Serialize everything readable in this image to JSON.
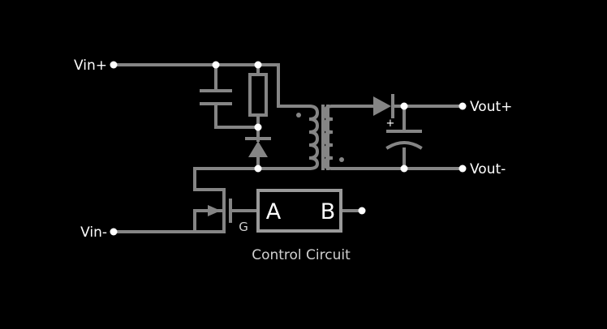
{
  "labels": {
    "vin_plus": "Vin+",
    "vin_minus": "Vin-",
    "vout_plus": "Vout+",
    "vout_minus": "Vout-",
    "gate": "G",
    "block_a": "A",
    "block_b": "B",
    "control_circuit": "Control Circuit",
    "cap_polarity": "+"
  },
  "colors": {
    "background": "#000000",
    "wire": "#858585",
    "text": "#ffffff",
    "node": "#ffffff"
  }
}
